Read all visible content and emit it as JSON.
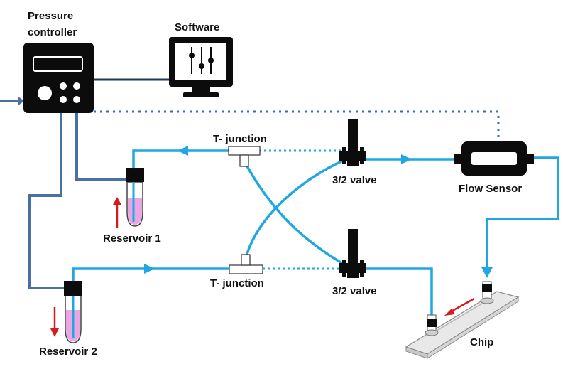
{
  "labels": {
    "pressure_controller_line1": "Pressure",
    "pressure_controller_line2": "controller",
    "software": "Software",
    "t_junction_top": "T- junction",
    "t_junction_bottom": "T- junction",
    "valve_top": "3/2 valve",
    "valve_bottom": "3/2 valve",
    "flow_sensor": "Flow Sensor",
    "reservoir_1": "Reservoir 1",
    "reservoir_2": "Reservoir 2",
    "chip": "Chip"
  },
  "colors": {
    "fluid_line": "#1ea7e1",
    "pressure_line": "#4a6fa5",
    "electrical_line": "#1f3b5c",
    "signal_dotted": "#3b6fb0",
    "device_body": "#0c0c0c",
    "liquid": "#e9a6e3",
    "flow_arrow_red": "#d41c1c",
    "chip_glass": "#e8e8e8"
  },
  "icons": {
    "controller": "pressure-controller-icon",
    "software": "monitor-sliders-icon",
    "valve": "valve-icon",
    "sensor": "flow-sensor-icon",
    "reservoir": "tube-icon",
    "chip": "microfluidic-chip-icon"
  }
}
